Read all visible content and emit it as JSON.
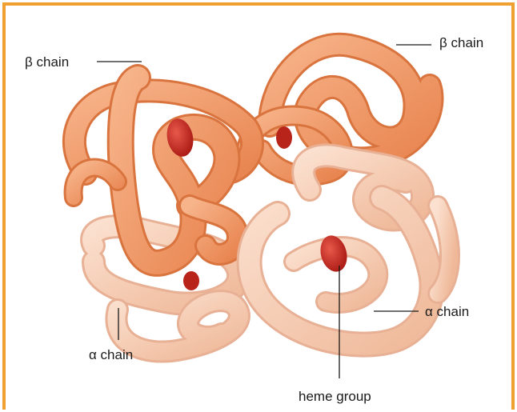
{
  "labels": {
    "beta_chain_left": "β chain",
    "beta_chain_right": "β chain",
    "alpha_chain_right": "α chain",
    "alpha_chain_left": "α chain",
    "heme_group": "heme group"
  },
  "colors": {
    "frame_border": "#f0a030",
    "beta_chain": "#f29a6a",
    "alpha_chain": "#f7c9ad",
    "heme": "#c82a22",
    "leader_line": "#1a1a1a"
  }
}
